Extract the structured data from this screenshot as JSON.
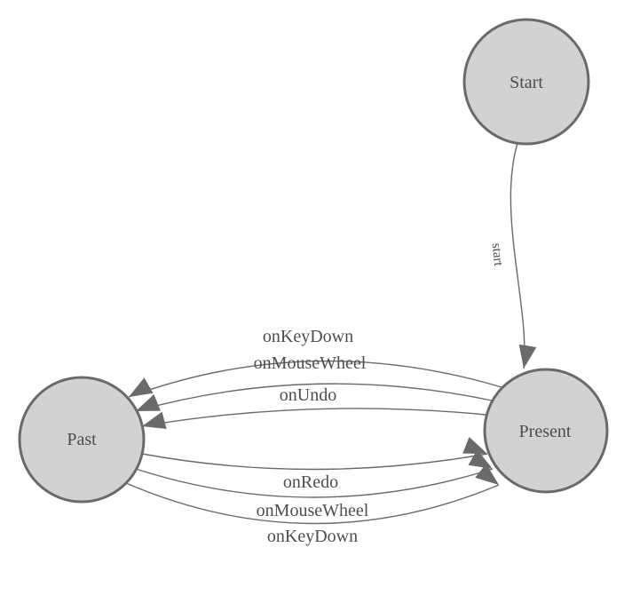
{
  "diagram": {
    "type": "state-machine",
    "background": "#ffffff",
    "colors": {
      "node_fill": "#d2d2d2",
      "node_stroke": "#6a6a6a",
      "edge_line": "#6a6a6a",
      "arrowhead": "#6a6a6a",
      "label_text": "#4d4d52"
    },
    "nodes": [
      {
        "id": "start",
        "label": "Start"
      },
      {
        "id": "past",
        "label": "Past"
      },
      {
        "id": "present",
        "label": "Present"
      }
    ],
    "edges": [
      {
        "label": "start",
        "from": "Start",
        "to": "Present"
      },
      {
        "label": "onKeyDown",
        "from": "Present",
        "to": "Past"
      },
      {
        "label": "onMouseWheel",
        "from": "Present",
        "to": "Past"
      },
      {
        "label": "onUndo",
        "from": "Present",
        "to": "Past"
      },
      {
        "label": "onRedo",
        "from": "Past",
        "to": "Present"
      },
      {
        "label": "onMouseWheel",
        "from": "Past",
        "to": "Present"
      },
      {
        "label": "onKeyDown",
        "from": "Past",
        "to": "Present"
      }
    ]
  }
}
